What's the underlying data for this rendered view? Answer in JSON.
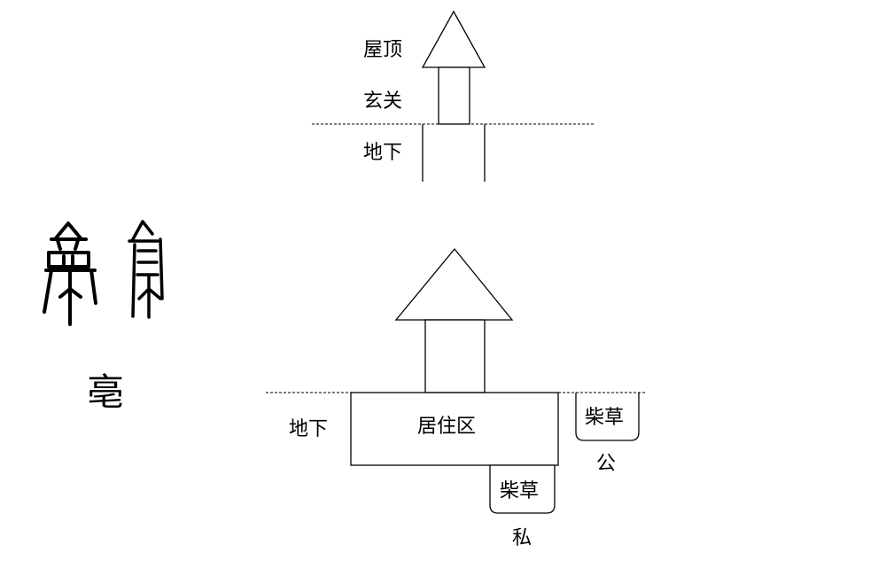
{
  "top_diagram": {
    "roof_label": "屋顶",
    "entrance_label": "玄关",
    "underground_label": "地下"
  },
  "bottom_diagram": {
    "underground_label": "地下",
    "living_area_label": "居住区",
    "private_fuel_label": "柴草",
    "private_label": "私",
    "public_fuel_label": "柴草",
    "public_label": "公"
  },
  "ancient_character": {
    "modern_form": "亳"
  }
}
